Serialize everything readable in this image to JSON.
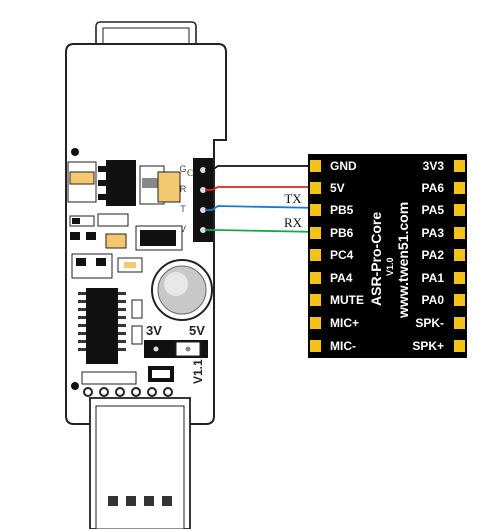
{
  "usb_adapter": {
    "header_pins": [
      "G",
      "R",
      "T",
      "V"
    ],
    "jumper_left": "3V",
    "jumper_right": "5V",
    "version": "V1.1"
  },
  "wires": {
    "tx_label": "TX",
    "rx_label": "RX",
    "colors": {
      "gnd": "#111111",
      "vcc": "#e0201e",
      "tx": "#1f78d2",
      "rx": "#19a64a"
    }
  },
  "module": {
    "name": "ASR-Pro-Core",
    "version": "V1.0",
    "website": "www.twen51.com",
    "left_pins": [
      "GND",
      "5V",
      "PB5",
      "PB6",
      "PC4",
      "PA4",
      "MUTE",
      "MIC+",
      "MIC-"
    ],
    "right_pins": [
      "3V3",
      "PA6",
      "PA5",
      "PA3",
      "PA2",
      "PA1",
      "PA0",
      "SPK-",
      "SPK+"
    ],
    "pad_color": "#f2c31a",
    "board_color": "#000000"
  }
}
